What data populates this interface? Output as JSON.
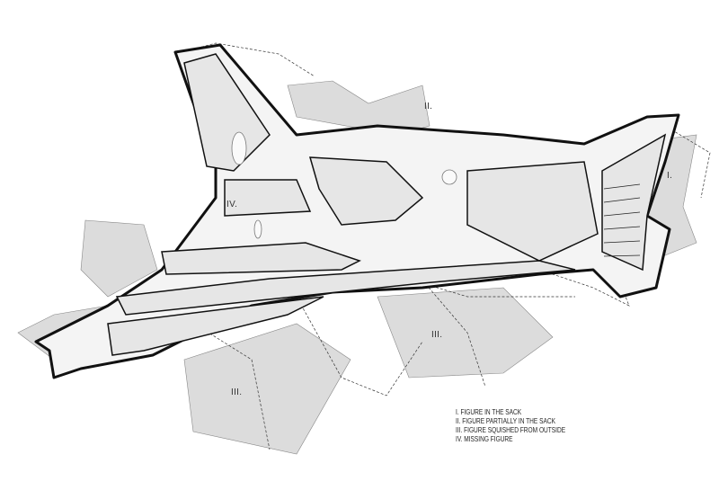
{
  "diagram": {
    "zone_labels": [
      "I.",
      "II.",
      "III.",
      "III.",
      "IV."
    ],
    "legend": [
      "I.  FIGURE IN THE SACK",
      "II. FIGURE PARTIALLY IN THE SACK",
      "III. FIGURE SQUISHED FROM OUTSIDE",
      "IV. MISSING FIGURE"
    ],
    "colors": {
      "panel": "#d9d9d9",
      "outline": "#111111",
      "interior": "#efefef"
    }
  }
}
